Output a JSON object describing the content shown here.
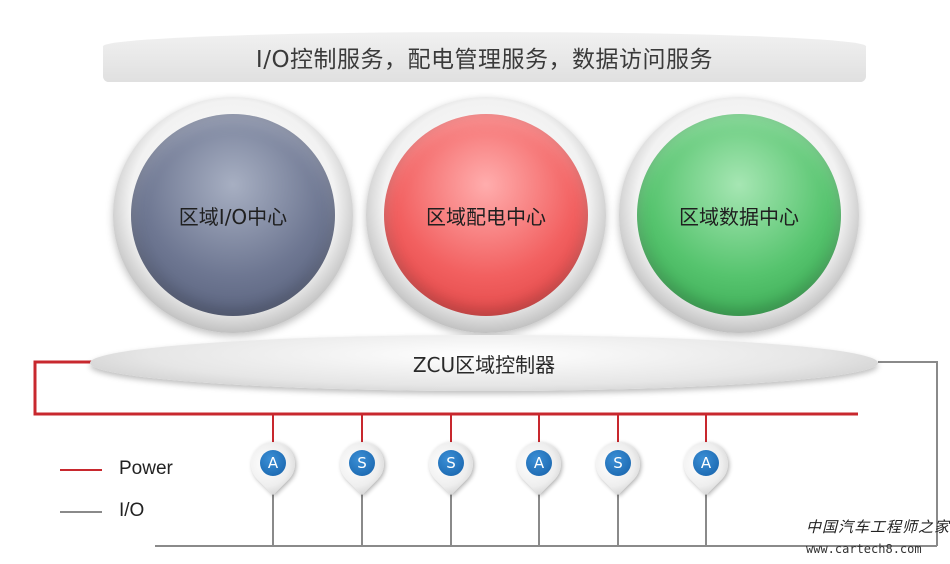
{
  "banner": {
    "text": "I/O控制服务，配电管理服务，数据访问服务"
  },
  "centers": [
    {
      "label": "区域I/O中心"
    },
    {
      "label": "区域配电中心"
    },
    {
      "label": "区域数据中心"
    }
  ],
  "zcu": {
    "label": "ZCU区域控制器"
  },
  "nodes": [
    {
      "letter": "A"
    },
    {
      "letter": "S"
    },
    {
      "letter": "S"
    },
    {
      "letter": "A"
    },
    {
      "letter": "S"
    },
    {
      "letter": "A"
    }
  ],
  "legend": {
    "power": {
      "label": "Power",
      "color": "#c8282e"
    },
    "io": {
      "label": "I/O",
      "color": "#7f7f7f"
    }
  },
  "watermark": {
    "name": "中国汽车工程师之家",
    "url": "www.cartech8.com"
  }
}
